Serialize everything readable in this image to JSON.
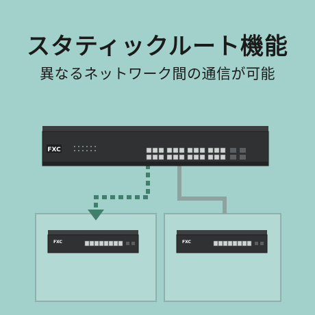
{
  "header": {
    "title": "スタティックルート機能",
    "subtitle": "異なるネットワーク間の通信が可能"
  },
  "devices": {
    "main_switch": {
      "brand": "FXC",
      "icon": "network-switch-24port-icon"
    },
    "left_switch": {
      "brand": "FXC",
      "icon": "network-switch-8port-icon"
    },
    "right_switch": {
      "brand": "FXC",
      "icon": "network-switch-8port-icon"
    }
  },
  "colors": {
    "background": "#a2d0cb",
    "routed_link": "#3f7f6c",
    "plain_link": "#8ea3a0",
    "device_body": "#2f3133"
  }
}
